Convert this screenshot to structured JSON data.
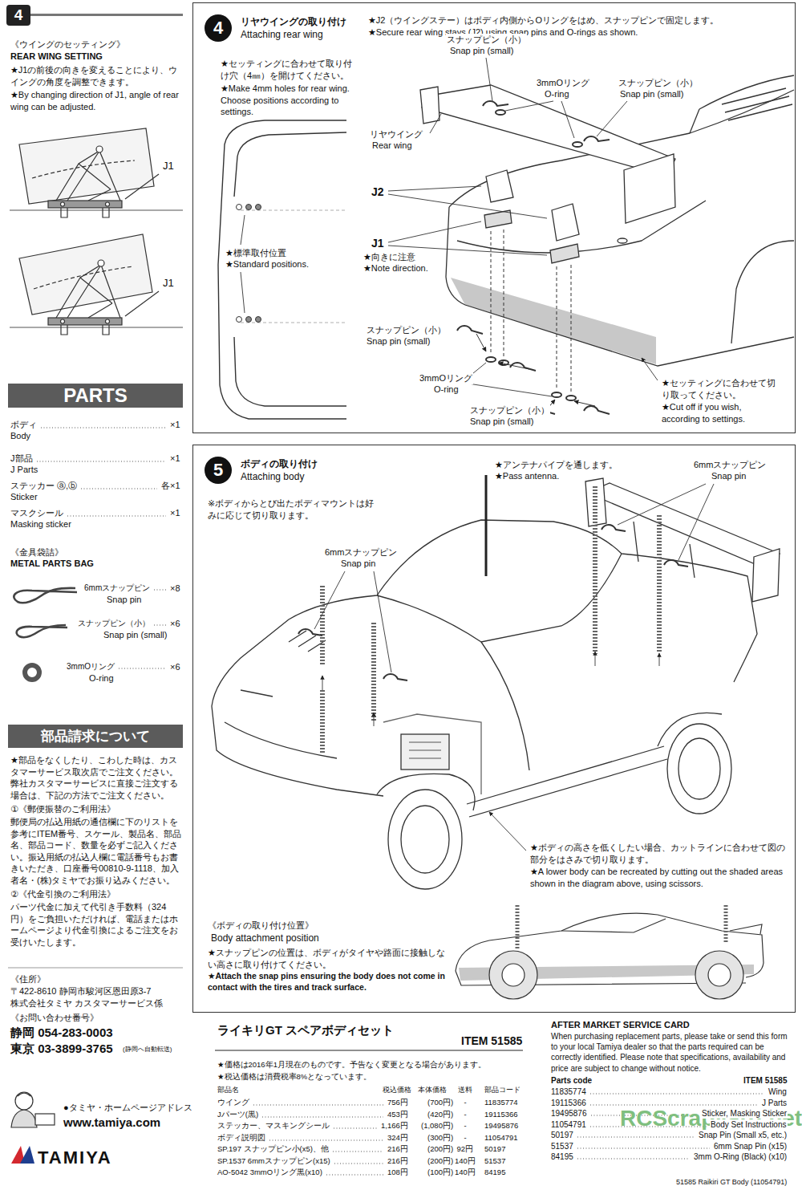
{
  "diagram": {
    "nodes": [
      {
        "text": [
          "4"
        ]
      },
      {
        "text": [
          "PARTS"
        ]
      },
      {
        "text": [
          "部品請求について"
        ]
      },
      {
        "text": [
          "リヤウイングの取り付け",
          "Attaching rear wing"
        ]
      },
      {
        "text": [
          "4"
        ],
        "in": 3
      },
      {
        "text": [
          "ボディの取り付け",
          "Attaching body"
        ]
      },
      {
        "text": [
          "5"
        ],
        "in": 5
      }
    ],
    "labels": [
      "《ウイングのセッティング》",
      "REAR WING SETTING",
      "★J1の前後の向きを変えることにより、ウイングの角度を調整できます。",
      "★By changing direction of J1, angle of rear wing can be adjusted.",
      "J1",
      "J1",
      "ボディ",
      "×1",
      "Body",
      "J部品",
      "×1",
      "J Parts",
      "ステッカー ⓐ,ⓑ",
      "各×1",
      "Sticker",
      "マスクシール",
      "×1",
      "Masking sticker",
      "《金具袋詰》",
      "METAL PARTS BAG",
      "6mmスナップピン",
      "×8",
      "Snap pin",
      "スナップピン（小）",
      "×6",
      "Snap pin (small)",
      "3mmOリング",
      "×6",
      "O-ring",
      "★部品をなくしたり、こわした時は、カスタマーサービス取次店でご注文ください。弊社カスタマーサービスに直接ご注文する場合は、下記の方法でご注文ください。",
      "①《郵便振替のご利用法》",
      "郵便局の払込用紙の通信欄に下のリストを参考にITEM番号、スケール、製品名、部品名、部品コード、数量を必ずご記入ください。振込用紙の払込人欄に電話番号もお書きいただき、口座番号00810-9-1118、加入者名・(株)タミヤでお振り込みください。",
      "②《代金引換のご利用法》",
      "パーツ代金に加えて代引き手数料（324円）をご負担いただければ、電話またはホームページより代金引換によるご注文をお受けいたします。",
      "《住所》",
      "〒422-8610 静岡市駿河区恩田原3-7",
      "株式会社タミヤ カスタマーサービス係",
      "《お問い合わせ番号》",
      "静岡 054-283-0003",
      "東京 03-3899-3765",
      "(静岡へ自動転送)",
      "●タミヤ・ホームページアドレス",
      "www.tamiya.com",
      "TAMIYA",
      "★J2（ウイングステー）はボディ内側からOリングをはめ、スナップピンで固定します。",
      "★Secure rear wing stays (J2) using snap pins and O-rings as shown.",
      "★セッティングに合わせて取り付け穴（4㎜）を開けてください。",
      "★Make 4mm holes for rear wing. Choose positions according to settings.",
      "★標準取付位置",
      "★Standard positions.",
      "スナップピン（小）",
      "Snap pin (small)",
      "3mmOリング",
      "O-ring",
      "スナップピン（小）",
      "Snap pin (small)",
      "リヤウイング",
      "Rear wing",
      "J2",
      "J1",
      "★向きに注意",
      "★Note direction.",
      "スナップピン（小）",
      "Snap pin (small)",
      "3mmOリング",
      "O-ring",
      "スナップピン（小）",
      "Snap pin (small)",
      "★セッティングに合わせて切り取ってください。",
      "★Cut off if you wish, according to settings.",
      "※ボディからとび出たボディマウントは好みに応じて切り取ります。",
      "★アンテナパイプを通します。",
      "★Pass antenna.",
      "6mmスナップピン",
      "Snap pin",
      "6mmスナップピン",
      "Snap pin",
      "★ボディの高さを低くしたい場合、カットラインに合わせて図の部分をはさみで切り取ります。",
      "★A lower body can be recreated by cutting out the shaded areas shown in the diagram above, using scissors.",
      "《ボディの取り付け位置》",
      "Body attachment position",
      "★スナップピンの位置は、ボディがタイヤや路面に接触しない高さに取り付けてください。",
      "★Attach the snap pins ensuring the body does not come in contact with the tires and track surface.",
      "ライキリGT スペアボディセット",
      "ITEM 51585",
      "★価格は2016年1月現在のものです。予告なく変更となる場合があります。",
      "★税込価格は消費税率8%となっています。",
      "部品名",
      "税込価格",
      "本体価格",
      "送料",
      "部品コード",
      "ウイング",
      "756円",
      "(700円)",
      "-",
      "11835774",
      "Jパーツ(黒)",
      "453円",
      "(420円)",
      "-",
      "19115366",
      "ステッカー、マスキングシール",
      "1,166円",
      "(1,080円)",
      "-",
      "19495876",
      "ボディ説明図",
      "324円",
      "(300円)",
      "-",
      "11054791",
      "SP.197 スナップピン小(x5)、他",
      "216円",
      "(200円)",
      "92円",
      "50197",
      "SP.1537 6mmスナップピン(x15)",
      "216円",
      "(200円)",
      "140円",
      "51537",
      "AO-5042 3mmOリング黒(x10)",
      "108円",
      "(100円)",
      "140円",
      "84195",
      "AFTER MARKET SERVICE CARD",
      "When purchasing replacement parts, please take or send this form to your local Tamiya dealer so that the parts required can be correctly identified. Please note that specifications, availability and price are subject to change without notice.",
      "Parts code",
      "ITEM 51585",
      "11835774",
      "Wing",
      "19115366",
      "J Parts",
      "19495876",
      "Sticker, Masking Sticker",
      "11054791",
      "Body Set Instructions",
      "50197",
      "Snap Pin (Small x5, etc.)",
      "51537",
      "6mm Snap Pin (x15)",
      "84195",
      "3mm O-Ring (Black) (x10)",
      "51585 Raikiri GT Body (11054791)",
      "RCScrapyard.net"
    ]
  }
}
